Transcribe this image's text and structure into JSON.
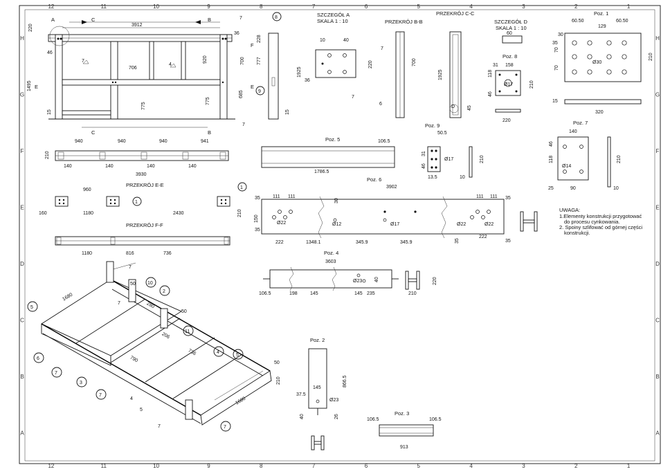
{
  "frame": {
    "columns": [
      "12",
      "11",
      "10",
      "9",
      "8",
      "7",
      "6",
      "5",
      "4",
      "3",
      "2",
      "1"
    ],
    "rows": [
      "H",
      "G",
      "F",
      "E",
      "D",
      "C",
      "B",
      "A"
    ]
  },
  "titles": {
    "detail_a": "SZCZEGÓŁ A",
    "detail_a_scale": "SKALA 1 : 10",
    "section_bb": "PRZEKRÓJ B-B",
    "section_cc": "PRZEKRÓJ C-C",
    "detail_d": "SZCZEGÓŁ D",
    "detail_d_scale": "SKALA 1 : 10",
    "section_ee": "PRZEKRÓJ E-E",
    "section_ff": "PRZEKRÓJ F-F",
    "poz1": "Poz. 1",
    "poz2": "Poz. 2",
    "poz3": "Poz. 3",
    "poz4": "Poz. 4",
    "poz5": "Poz. 5",
    "poz6": "Poz. 6",
    "poz7": "Poz. 7",
    "poz8": "Poz. 8",
    "poz9": "Poz. 9"
  },
  "notes": {
    "heading": "UWAGA:",
    "line1": "1.Elementy konstrukcji przygotować",
    "line2": "do procesu cynkowania.",
    "line3": "2. Spoiny szlifować od górnej części",
    "line4": "konstrukcji."
  },
  "section_letters": {
    "a": "A",
    "b": "B",
    "c": "C",
    "e": "E",
    "f": "F",
    "d": "D"
  },
  "weld_mark": "7",
  "weld_mark_alt": "4",
  "weld_mark_6": "6",
  "weld_mark_5": "5",
  "balloons": {
    "b1": "1",
    "b2": "2",
    "b3": "3",
    "b4": "4",
    "b5": "5",
    "b6": "6",
    "b7": "7",
    "b8": "8",
    "b9": "9",
    "b10": "10",
    "b11": "11"
  },
  "dims": {
    "main_3912": "3912",
    "main_220": "220",
    "main_46": "46",
    "main_1495": "1495",
    "main_15": "15",
    "main_706": "706",
    "main_920": "920",
    "main_775": "775",
    "main_700": "700",
    "main_685": "685",
    "main_36": "36",
    "main_777": "777",
    "main_1925": "1925",
    "main_228": "228",
    "da_10": "10",
    "da_40": "40",
    "da_220": "220",
    "da_36": "36",
    "bb_700": "700",
    "cc_1925": "1925",
    "cc_45": "45",
    "dd_60": "60",
    "p1_6050a": "60.50",
    "p1_129": "129",
    "p1_6050b": "60.50",
    "p1_70a": "70",
    "p1_70b": "70",
    "p1_35": "35",
    "p1_30": "30",
    "p1_d30": "Ø30",
    "p1_210": "210",
    "p1_15": "15",
    "p1_320": "320",
    "p8_31": "31",
    "p8_158": "158",
    "p8_118": "118",
    "p8_46": "46",
    "p8_d17": "Ø17",
    "p8_210": "210",
    "p8_220": "220",
    "p9_505": "50.5",
    "p9_31": "31",
    "p9_46": "46",
    "p9_135": "13.5",
    "p9_d17": "Ø17",
    "p9_10": "10",
    "p9_210": "210",
    "p5_1065": "106.5",
    "p5_17865": "1786.5",
    "p7_140": "140",
    "p7_46": "46",
    "p7_118": "118",
    "p7_d14": "Ø14",
    "p7_25": "25",
    "p7_90": "90",
    "p7_10": "10",
    "p7_210": "210",
    "f_940a": "940",
    "f_940b": "940",
    "f_940c": "940",
    "f_941": "941",
    "f_210": "210",
    "f_140a": "140",
    "f_140b": "140",
    "f_140c": "140",
    "f_140d": "140",
    "f_3930": "3930",
    "e_960": "960",
    "e_160": "160",
    "e_1180": "1180",
    "e_2430": "2430",
    "e_210": "210",
    "ff_1180": "1180",
    "ff_816": "816",
    "ff_736": "736",
    "p6_3902": "3902",
    "p6_35a": "35",
    "p6_111a": "111",
    "p6_111b": "111",
    "p6_30": "30",
    "p6_111c": "111",
    "p6_111d": "111",
    "p6_35b": "35",
    "p6_150": "150",
    "p6_d22a": "Ø22",
    "p6_d12": "Ø12",
    "p6_d17": "Ø17",
    "p6_d22b": "Ø22",
    "p6_d22c": "Ø22",
    "p6_35c": "35",
    "p6_222a": "222",
    "p6_13481": "1348.1",
    "p6_3459a": "345.9",
    "p6_3459b": "345.9",
    "p6_35d": "35",
    "p6_222b": "222",
    "p6_35e": "35",
    "p4_3603": "3603",
    "p4_1065": "106.5",
    "p4_198": "198",
    "p4_145": "145",
    "p4_145b": "145",
    "p4_235": "235",
    "p4_d23": "Ø23",
    "p4_40": "40",
    "p4_220": "220",
    "p4_210": "210",
    "iso_1680a": "1680",
    "iso_1680b": "1680",
    "iso_50a": "50",
    "iso_50b": "50",
    "iso_50c": "50",
    "iso_280": "280",
    "iso_206": "206",
    "iso_736": "736",
    "iso_790": "790",
    "iso_210": "210",
    "p2_8665": "866.5",
    "p2_145": "145",
    "p2_375": "37.5",
    "p2_d23": "Ø23",
    "p2_40": "40",
    "p2_26": "26",
    "p3_1065a": "106.5",
    "p3_1065b": "106.5",
    "p3_913": "913"
  }
}
